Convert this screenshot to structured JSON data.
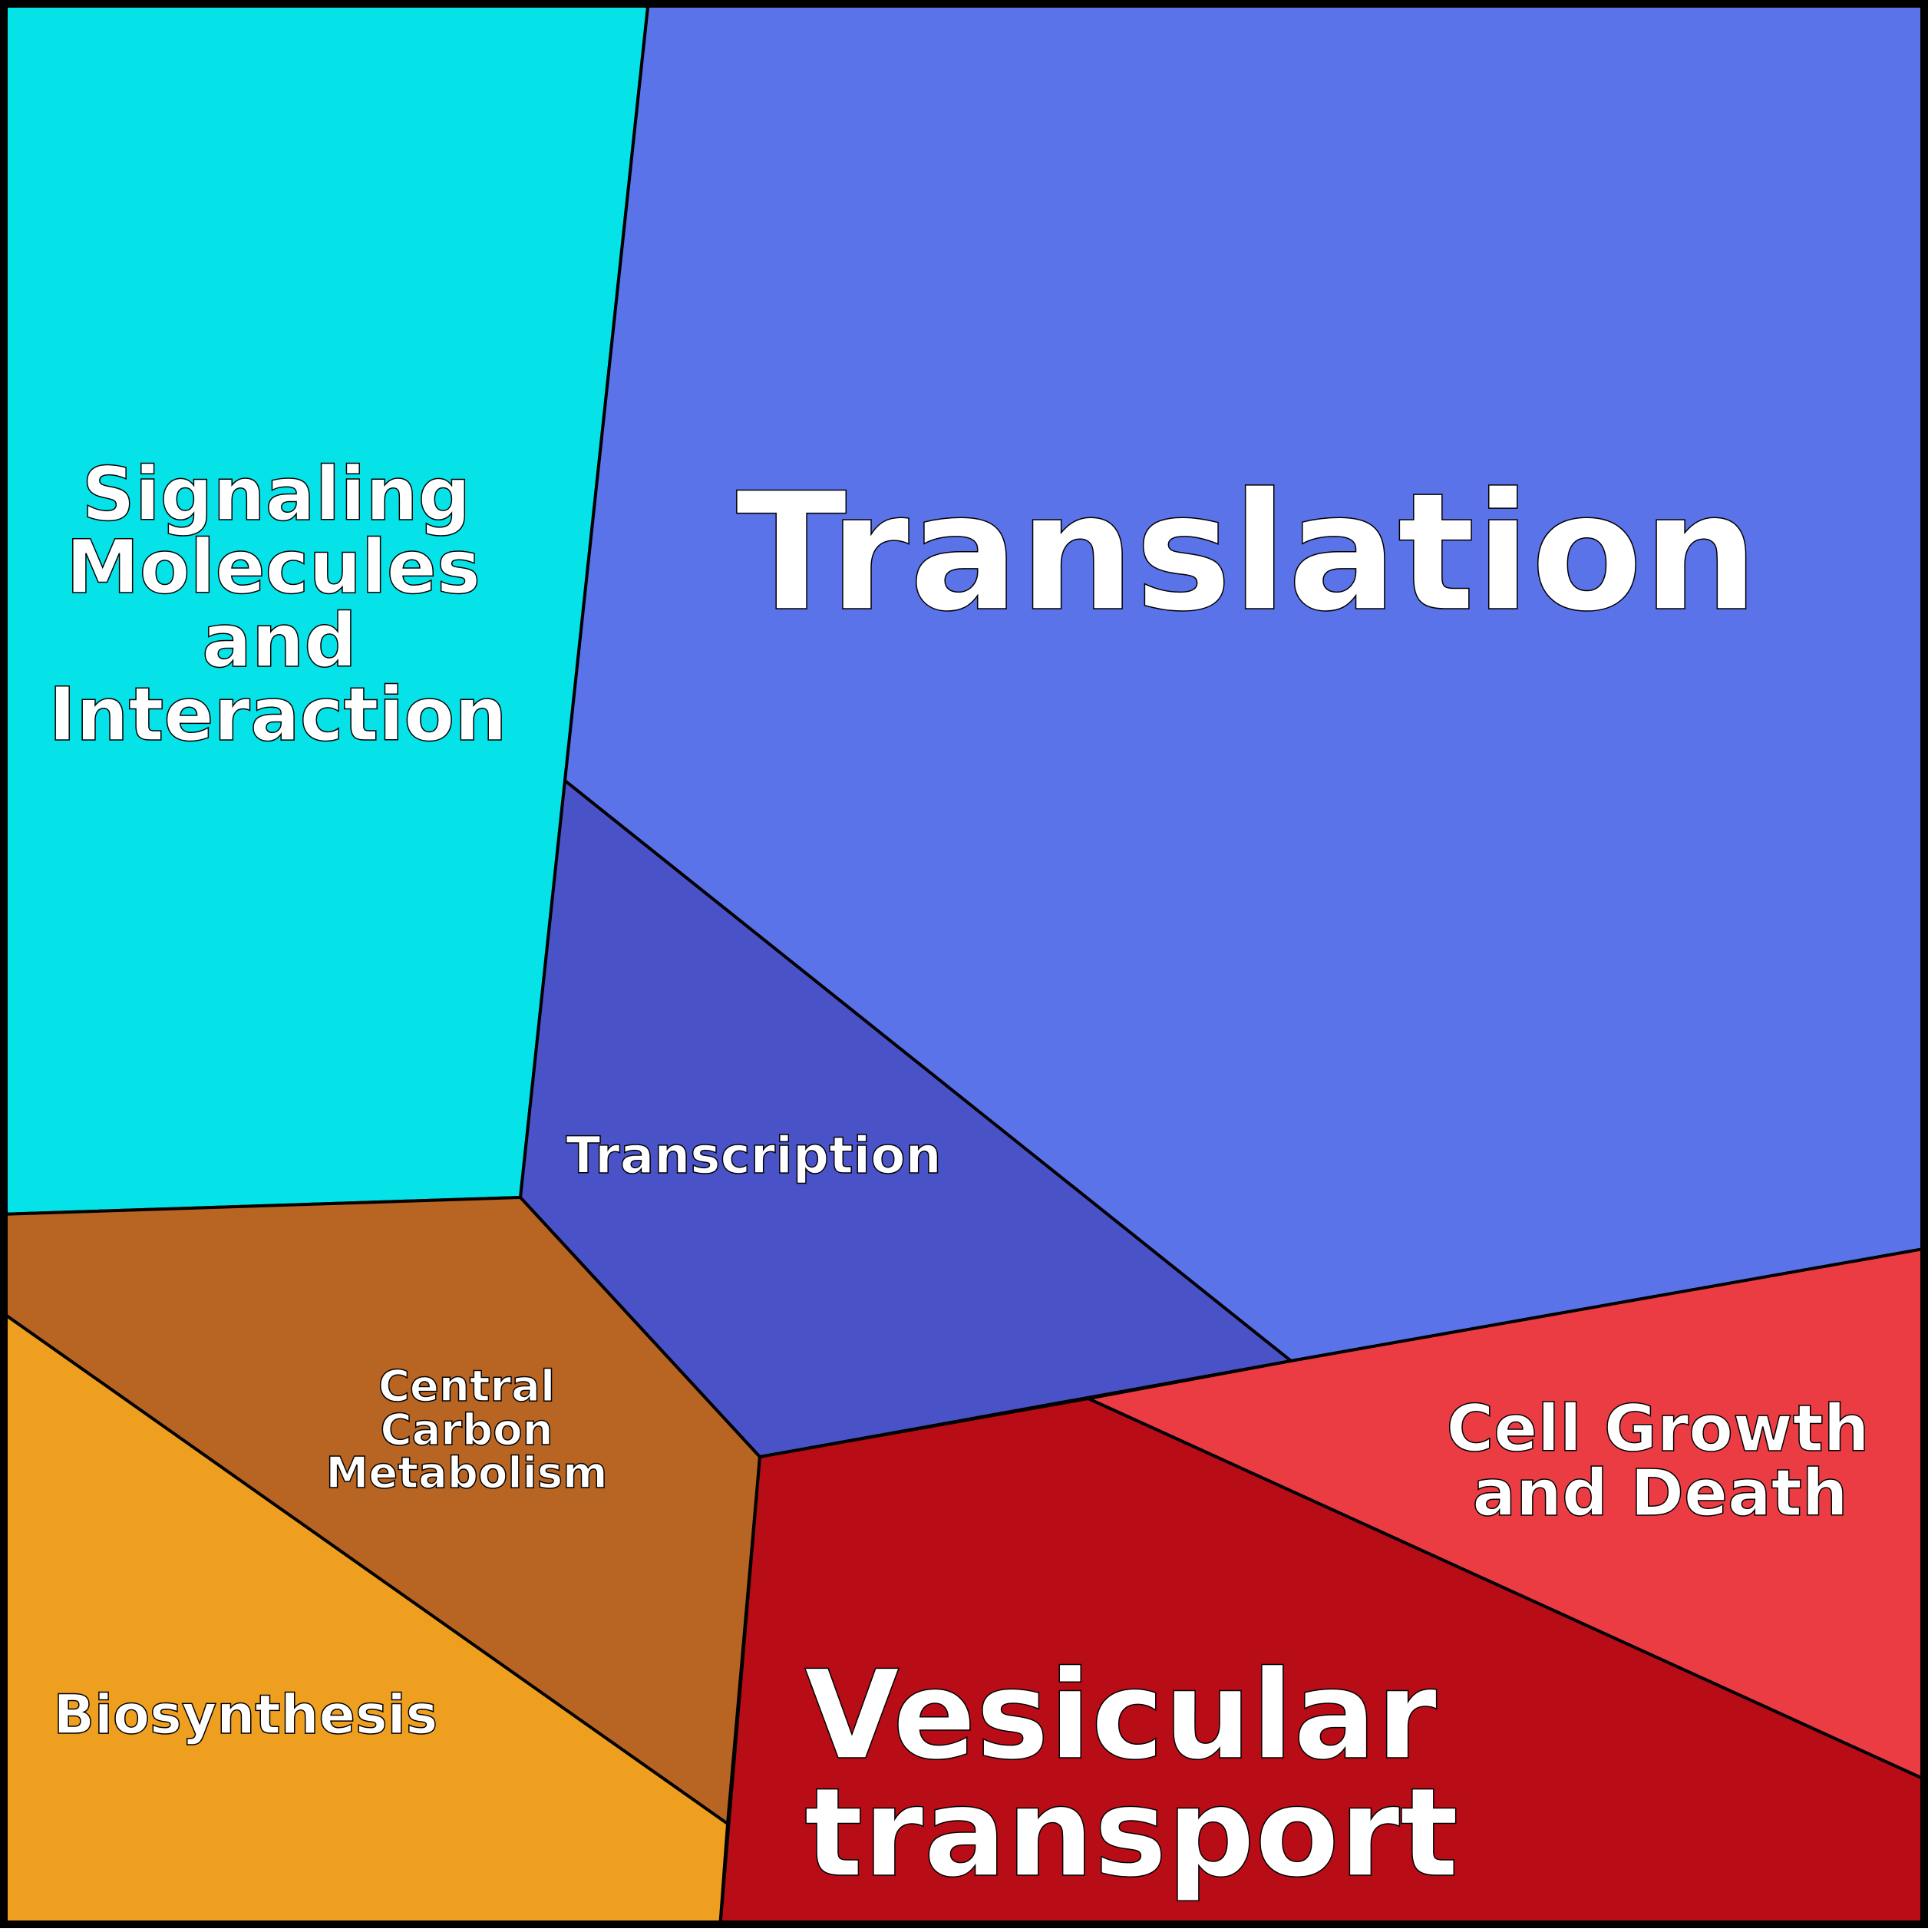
{
  "title": "Voronoi treemap of functional categories",
  "cells": [
    {
      "id": "signaling",
      "label_lines": [
        "Signaling",
        "Molecules",
        "and",
        "Interaction"
      ],
      "color": "#05E2E8"
    },
    {
      "id": "translation",
      "label_lines": [
        "Translation"
      ],
      "color": "#5A73E8"
    },
    {
      "id": "transcription",
      "label_lines": [
        "Transcription"
      ],
      "color": "#4A52C8"
    },
    {
      "id": "central-carbon",
      "label_lines": [
        "Central",
        "Carbon",
        "Metabolism"
      ],
      "color": "#B86422"
    },
    {
      "id": "biosynthesis",
      "label_lines": [
        "Biosynthesis"
      ],
      "color": "#EF9F1F"
    },
    {
      "id": "vesicular",
      "label_lines": [
        "Vesicular",
        "transport"
      ],
      "color": "#B80C16"
    },
    {
      "id": "cell-growth",
      "label_lines": [
        "Cell Growth",
        "and Death"
      ],
      "color": "#EB3C44"
    }
  ]
}
